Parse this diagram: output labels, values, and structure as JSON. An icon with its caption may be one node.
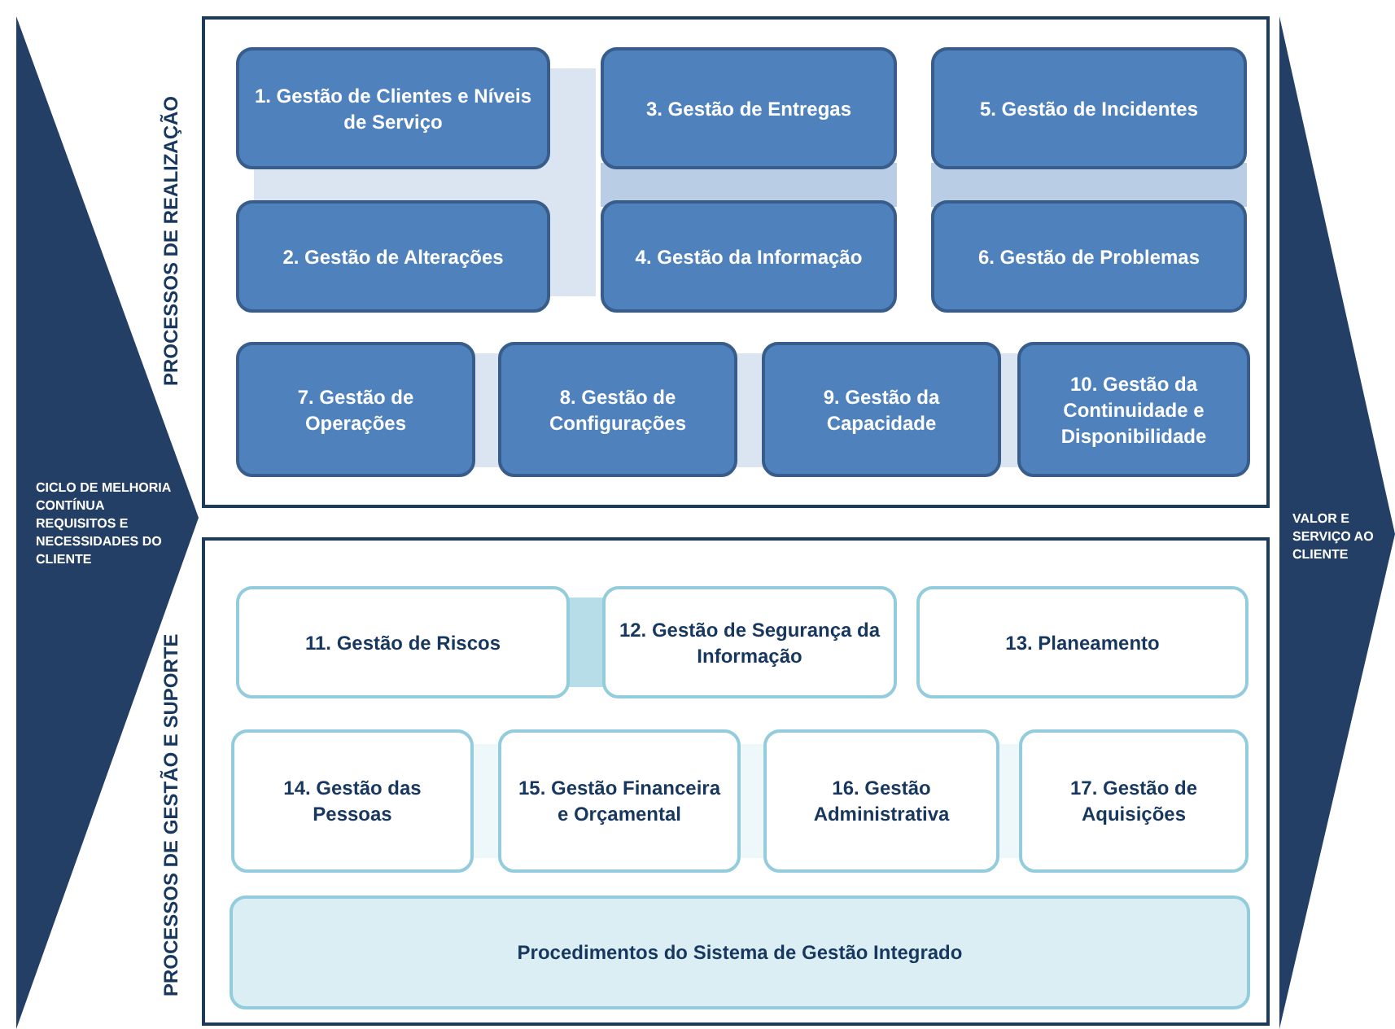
{
  "diagram": {
    "nodes": [
      {
        "text": [
          "CICLO DE MELHORIA CONTÍNUA",
          "REQUISITOS E NECESSIDADES DO CLIENTE"
        ]
      },
      {
        "text": [
          "PROCESSOS DE REALIZAÇÃO"
        ]
      },
      {
        "text": [
          "1. Gestão de Clientes e Níveis de Serviço"
        ],
        "in": 1
      },
      {
        "text": [
          "3. Gestão de Entregas"
        ],
        "in": 1
      },
      {
        "text": [
          "5. Gestão de Incidentes"
        ],
        "in": 1
      },
      {
        "text": [
          "2. Gestão de Alterações"
        ],
        "in": 1
      },
      {
        "text": [
          "4. Gestão da Informação"
        ],
        "in": 1
      },
      {
        "text": [
          "6. Gestão de Problemas"
        ],
        "in": 1
      },
      {
        "text": [
          "7. Gestão de Operações"
        ],
        "in": 1
      },
      {
        "text": [
          "8. Gestão de Configurações"
        ],
        "in": 1
      },
      {
        "text": [
          "9. Gestão da Capacidade"
        ],
        "in": 1
      },
      {
        "text": [
          "10. Gestão da Continuidade e Disponibilidade"
        ],
        "in": 1
      },
      {
        "text": [
          "PROCESSOS DE GESTÃO E SUPORTE"
        ]
      },
      {
        "text": [
          "11. Gestão de Riscos"
        ],
        "in": 12
      },
      {
        "text": [
          "12. Gestão de Segurança da Informação"
        ],
        "in": 12
      },
      {
        "text": [
          "13. Planeamento"
        ],
        "in": 12
      },
      {
        "text": [
          "14. Gestão das Pessoas"
        ],
        "in": 12
      },
      {
        "text": [
          "15. Gestão Financeira e Orçamental"
        ],
        "in": 12
      },
      {
        "text": [
          "16. Gestão Administrativa"
        ],
        "in": 12
      },
      {
        "text": [
          "17. Gestão de Aquisições"
        ],
        "in": 12
      },
      {
        "text": [
          "Procedimentos do Sistema de Gestão Integrado"
        ],
        "in": 12
      },
      {
        "text": [
          "VALOR E SERVIÇO AO CLIENTE"
        ]
      }
    ],
    "edges": []
  }
}
